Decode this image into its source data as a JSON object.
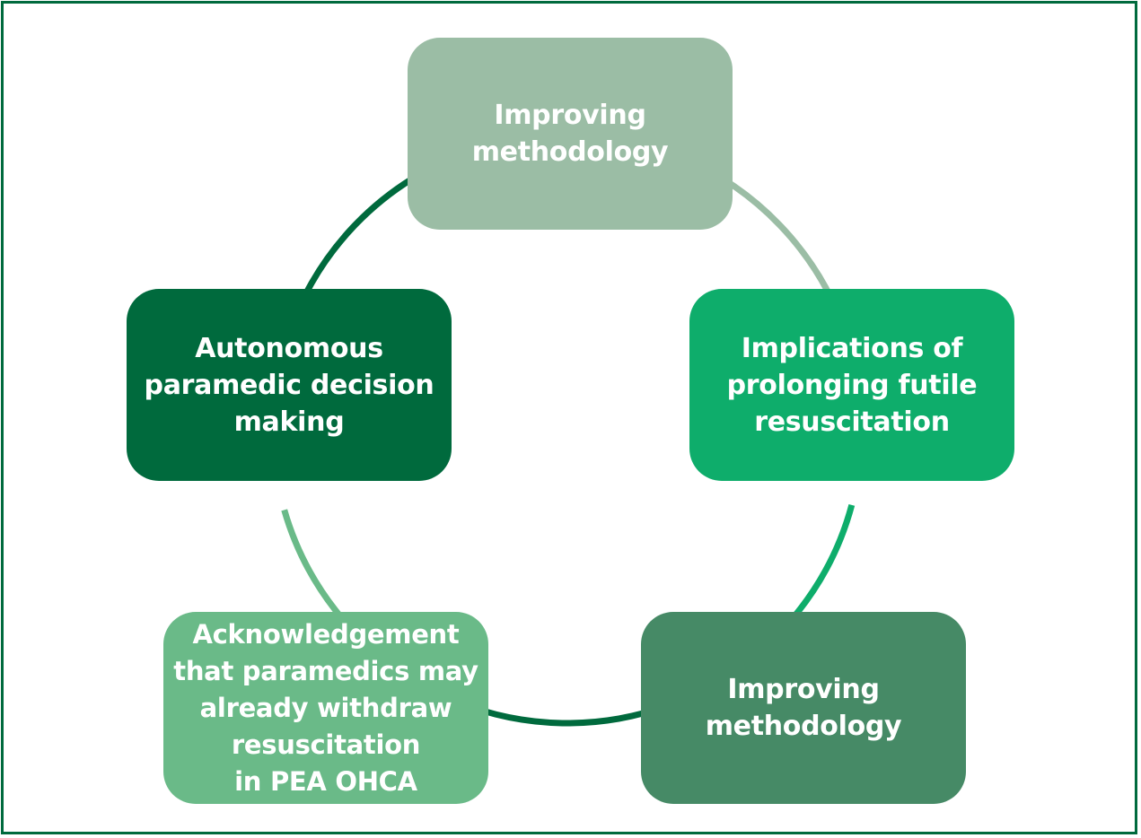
{
  "diagram": {
    "nodes": [
      {
        "id": "top",
        "label": "Improving\nmethodology",
        "color": "#9bbda5"
      },
      {
        "id": "right",
        "label": "Implications of\nprolonging futile\nresuscitation",
        "color": "#0ead6b"
      },
      {
        "id": "bottom-right",
        "label": "Improving\nmethodology",
        "color": "#468a66"
      },
      {
        "id": "bottom-left",
        "label": "Acknowledgement\nthat paramedics may\nalready withdraw\nresuscitation\nin PEA OHCA",
        "color": "#6aba88"
      },
      {
        "id": "left",
        "label": "Autonomous\nparamedic decision\nmaking",
        "color": "#006a3d"
      }
    ],
    "arcs": [
      {
        "from": "top",
        "to": "right",
        "color": "#9bbda5"
      },
      {
        "from": "right",
        "to": "bottom-right",
        "color": "#0ead6b"
      },
      {
        "from": "bottom-right",
        "to": "bottom-left",
        "color": "#006a3d"
      },
      {
        "from": "bottom-left",
        "to": "left",
        "color": "#6aba88"
      },
      {
        "from": "left",
        "to": "top",
        "color": "#006a3d"
      }
    ],
    "frame_color": "#006a3d"
  }
}
